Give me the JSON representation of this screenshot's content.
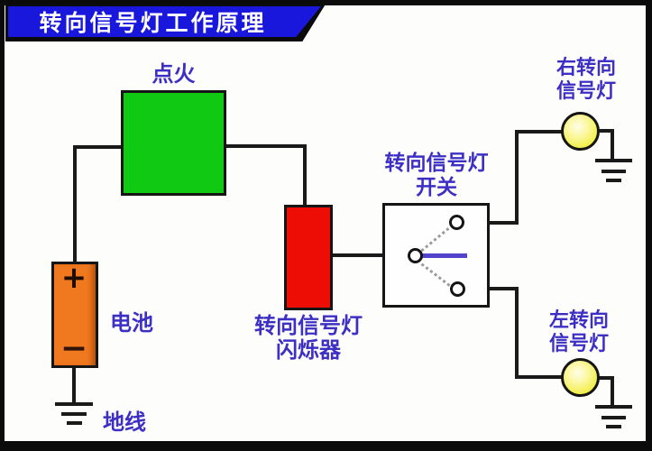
{
  "title": "转向信号灯工作原理",
  "colors": {
    "banner_blue": "#1a17dd",
    "label_blue": "#3d2fc4",
    "ignition_green": "#10c913",
    "battery_orange": "#f0781e",
    "flasher_red": "#ee0d05",
    "lamp_yellow": "#f2ef4e",
    "lever_blue": "#5243cb",
    "wire_black": "#1a1a1a"
  },
  "diagram": {
    "ignition": {
      "label": "点火"
    },
    "battery": {
      "label": "电池",
      "plus_symbol": "+",
      "minus_symbol": "−"
    },
    "ground_wire": {
      "label": "地线"
    },
    "flasher": {
      "label_line1": "转向信号灯",
      "label_line2": "闪烁器"
    },
    "turn_switch": {
      "label_line1": "转向信号灯",
      "label_line2": "开关"
    },
    "right_lamp": {
      "label_line1": "右转向",
      "label_line2": "信号灯"
    },
    "left_lamp": {
      "label_line1": "左转向",
      "label_line2": "信号灯"
    }
  }
}
